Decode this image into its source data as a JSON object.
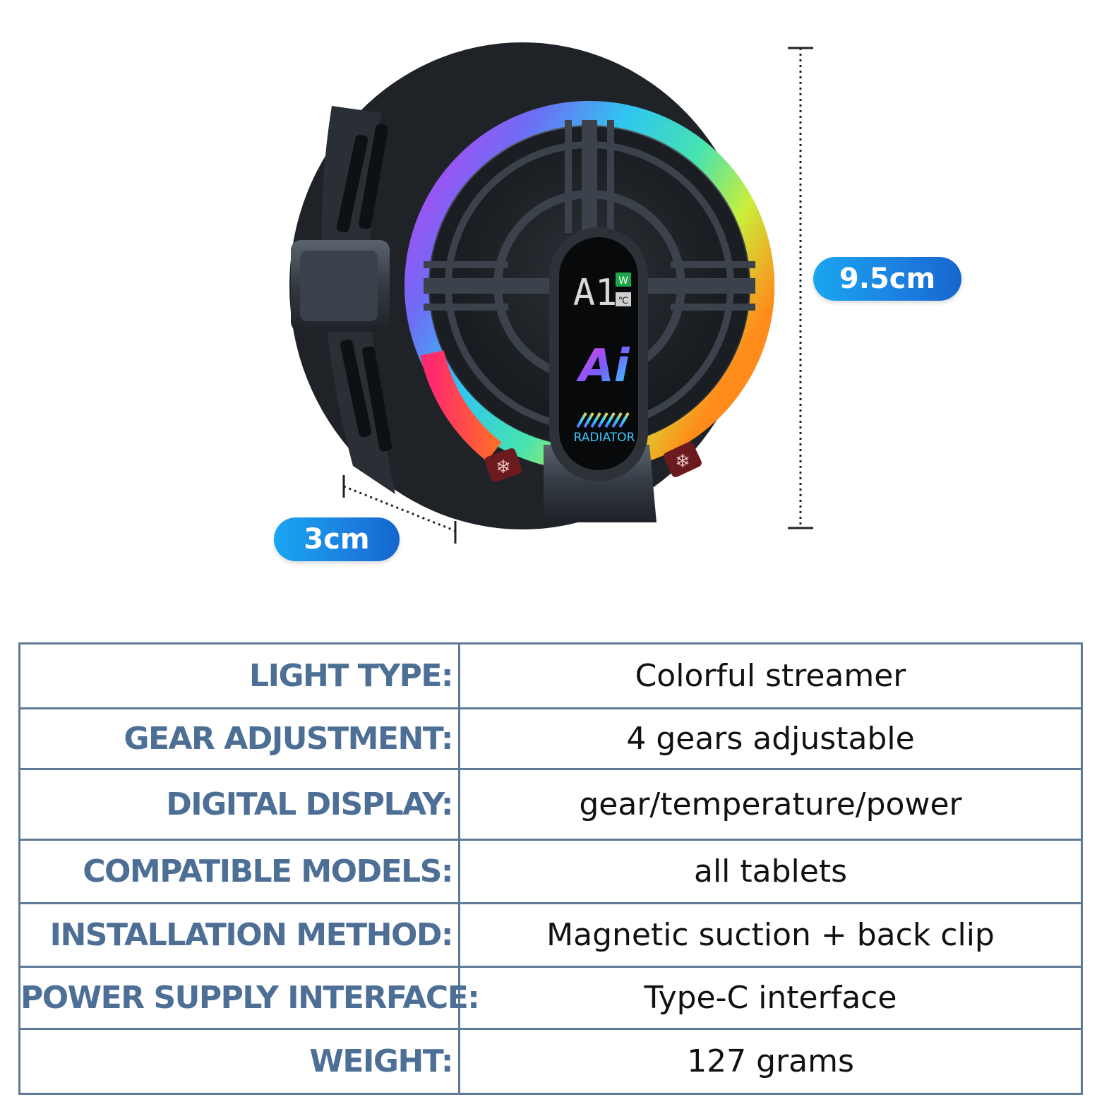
{
  "product": {
    "dimensions": {
      "height_label": "9.5cm",
      "depth_label": "3cm"
    },
    "display_panel": {
      "segment_text": "A1",
      "unit_watt": "W",
      "unit_celsius": "℃",
      "logo_text": "Ai",
      "brand_text": "RADIATOR"
    },
    "icons": [
      "fan-body",
      "snowflake-icon",
      "snowflake-icon"
    ]
  },
  "specs": {
    "rows": [
      {
        "label": "LIGHT TYPE:",
        "value": "Colorful streamer"
      },
      {
        "label": "GEAR ADJUSTMENT:",
        "value": "4 gears adjustable"
      },
      {
        "label": "DIGITAL DISPLAY:",
        "value": "gear/temperature/power"
      },
      {
        "label": "COMPATIBLE MODELS:",
        "value": "all tablets"
      },
      {
        "label": "INSTALLATION METHOD:",
        "value": "Magnetic suction + back clip"
      },
      {
        "label": "POWER SUPPLY INTERFACE:",
        "value": "Type-C interface"
      },
      {
        "label": "WEIGHT:",
        "value": "127 grams"
      }
    ]
  },
  "colors": {
    "label_text": "#4d6f96",
    "table_border": "#5f7a96",
    "pill_blue": "#1c7fe0"
  }
}
